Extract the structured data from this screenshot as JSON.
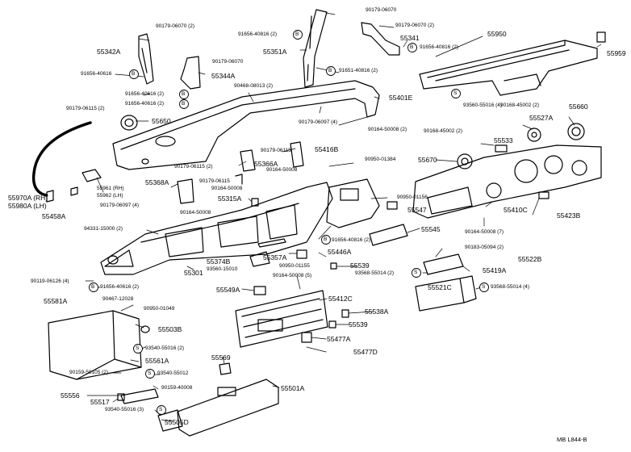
{
  "diagram_code": "MB  L844-B",
  "circle_symbol_b": "B",
  "circle_symbol_s": "S",
  "labels": {
    "p55950": "55950",
    "p55959": "55959",
    "p90179_06070_top": "90179-06070",
    "p90179_06070_2_a": "90179-06070 (2)",
    "p91656_40816_2_a": "91656-40816 (2)",
    "p55341": "55341",
    "p91656_40816_2_b": "91656-40816 (2)",
    "p55342A": "55342A",
    "p90179_06070_b": "90179-06070",
    "p55351A": "55351A",
    "p91651_40816_2": "91651-40816 (2)",
    "p91656_40616": "91656-40616",
    "p55344A": "55344A",
    "p90468_08013_2": "90468-08013 (2)",
    "p91656_40616_2_a": "91656-40616 (2)",
    "p91656_40616_2_b": "91656-40616 (2)",
    "p55401E": "55401E",
    "p93560_55016_4": "93560-55016 (4)",
    "p90168_45002_2_a": "90168-45002 (2)",
    "p55660": "55660",
    "p90179_06115_2_a": "90179-06115 (2)",
    "p55650": "55650",
    "p90179_06097_4_a": "90179-06097 (4)",
    "p90164_50008_2_a": "90164-50008 (2)",
    "p55527A": "55527A",
    "p90168_45002_2_b": "90168-45002 (2)",
    "p55533": "55533",
    "p90179_06115": "90179-06115",
    "p55416B": "55416B",
    "p55670": "55670",
    "p90179_06115_2_b": "90179-06115 (2)",
    "p55366A": "55366A",
    "p90950_01384": "90950-01384",
    "p90164_50008_a": "90164-50008",
    "p55961_rh": "55961 (RH)",
    "p55962_lh": "55962 (LH)",
    "p55970A_rh": "55970A (RH)",
    "p55980A_lh": "55980A (LH)",
    "p55368A": "55368A",
    "p90179_06115_b": "90179-06115",
    "p90164_50008_b": "90164-50008",
    "p55315A": "55315A",
    "p90950_01156_a": "90950-01156",
    "p55458A": "55458A",
    "p90179_06097_4_b": "90179-06097 (4)",
    "p90164_50008_c": "90164-50008",
    "p55547": "55547",
    "p55410C": "55410C",
    "p55423B": "55423B",
    "p94331_15000_2": "94331-15000 (2)",
    "p55545": "55545",
    "p90164_50008_7": "90164-50008 (7)",
    "p91656_40816_2_c": "91656-40816 (2)",
    "p55357A": "55357A",
    "p55446A": "55446A",
    "p90183_05094_2": "90183-05094 (2)",
    "p55374B": "55374B",
    "p55301": "55301",
    "p93560_15010": "93560-15010",
    "p90950_01155": "90950-01155",
    "p55539_a": "55539",
    "p55522B": "55522B",
    "p93568_55014_2": "93568-55014 (2)",
    "p55419A": "55419A",
    "p90119_06126_4": "90119-06126 (4)",
    "p91656_40616_2_c": "91656-40616 (2)",
    "p90164_50008_5": "90164-50008 (5)",
    "p55549A": "55549A",
    "p55521C": "55521C",
    "p93568_55014_4": "93568-55014 (4)",
    "p55581A": "55581A",
    "p90467_12028": "90467-12028",
    "p55412C": "55412C",
    "p90950_01049": "90950-01049",
    "p55538A": "55538A",
    "p55503B": "55503B",
    "p55539_b": "55539",
    "p93540_55016_2": "93540-55016 (2)",
    "p55477A": "55477A",
    "p55561A": "55561A",
    "p55477D": "55477D",
    "p55569": "55569",
    "p90159_50105_2": "90159-50105 (2)",
    "p93540_55012": "93540-55012",
    "p55501A": "55501A",
    "p90159_40008": "90159-40008",
    "p55556": "55556",
    "p55517": "55517",
    "p93540_55016_3": "93540-55016 (3)",
    "p55505D": "55505D"
  }
}
